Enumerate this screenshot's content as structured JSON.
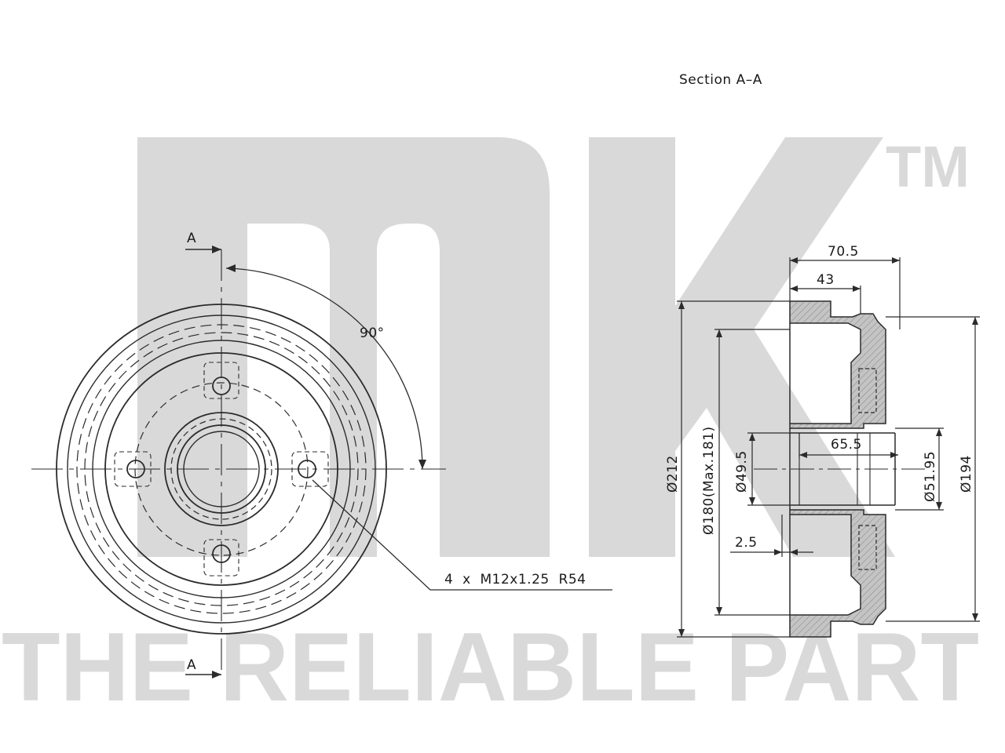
{
  "section_title": "Section A–A",
  "watermark": {
    "logo": "NK",
    "trademark": "TM",
    "tagline": "THE RELIABLE PART",
    "color": "#d9d9d9"
  },
  "front_view": {
    "section_marker_top": "A",
    "section_marker_bottom": "A",
    "angle_label": "90°",
    "bolt_callout": "4  x  M12x1.25  R54"
  },
  "section_view": {
    "dim_overall_width": "70.5",
    "dim_hub_offset": "43",
    "dim_hub_length": "65.5",
    "dim_lip": "2.5",
    "dia_outer": "Ø212",
    "dia_drum_inner": "Ø180(Max.181)",
    "dia_bore": "Ø49.5",
    "dia_hub": "Ø51.95",
    "dia_flange": "Ø194"
  },
  "colors": {
    "line": "#2b2b2b",
    "section_fill": "#b5b5b5"
  }
}
